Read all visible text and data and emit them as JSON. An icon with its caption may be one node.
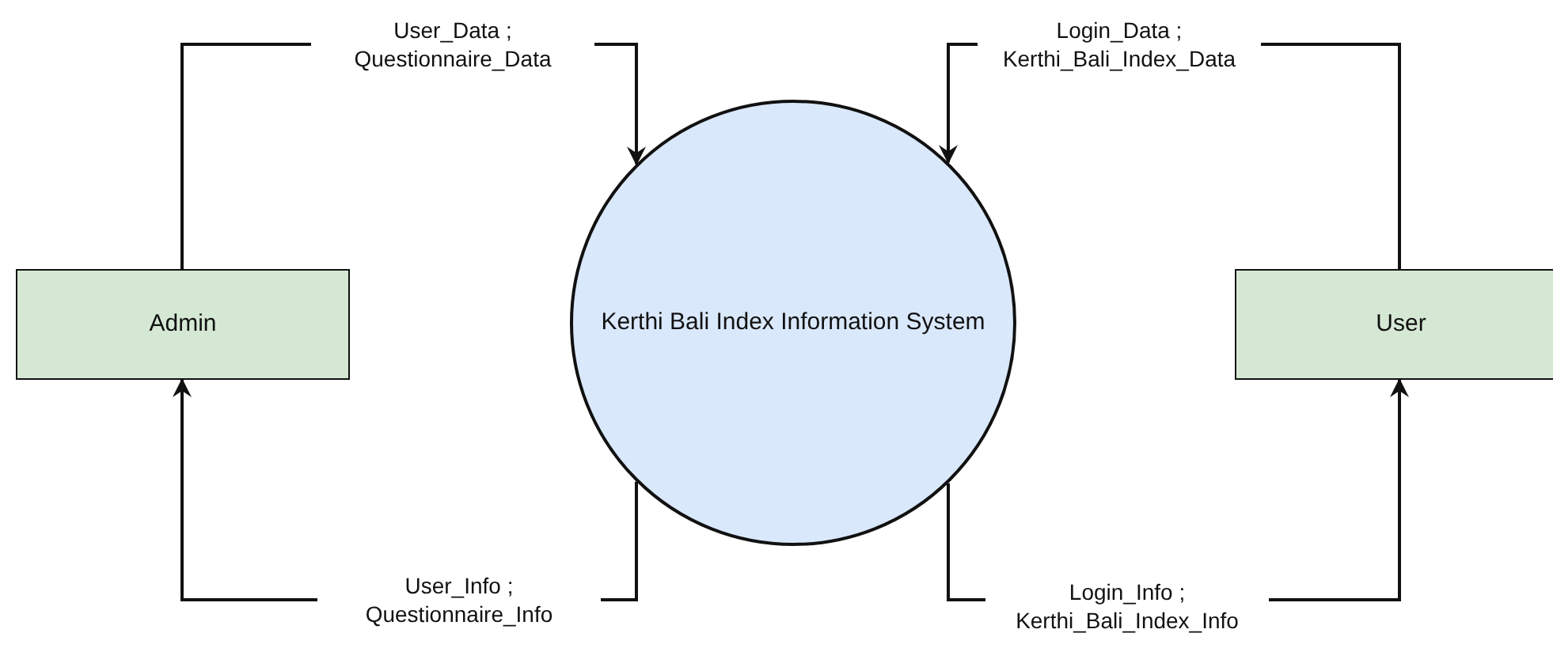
{
  "diagram": {
    "nodes": [
      {
        "text": [
          "Admin"
        ]
      },
      {
        "text": [
          "Kerthi Bali Index Information System"
        ]
      },
      {
        "text": [
          "User"
        ]
      }
    ],
    "edges": [
      {
        "from": 0,
        "to": 1,
        "arrow": "to",
        "label": "User_Data ; Questionnaire_Data"
      },
      {
        "from": 2,
        "to": 1,
        "arrow": "to",
        "label": "Login_Data ; Kerthi_Bali_Index_Data"
      },
      {
        "from": 1,
        "to": 0,
        "arrow": "to",
        "label": "User_Info ; Questionnaire_Info"
      },
      {
        "from": 1,
        "to": 2,
        "arrow": "to",
        "label": "Login_Info ; Kerthi_Bali_Index_Info"
      }
    ]
  }
}
